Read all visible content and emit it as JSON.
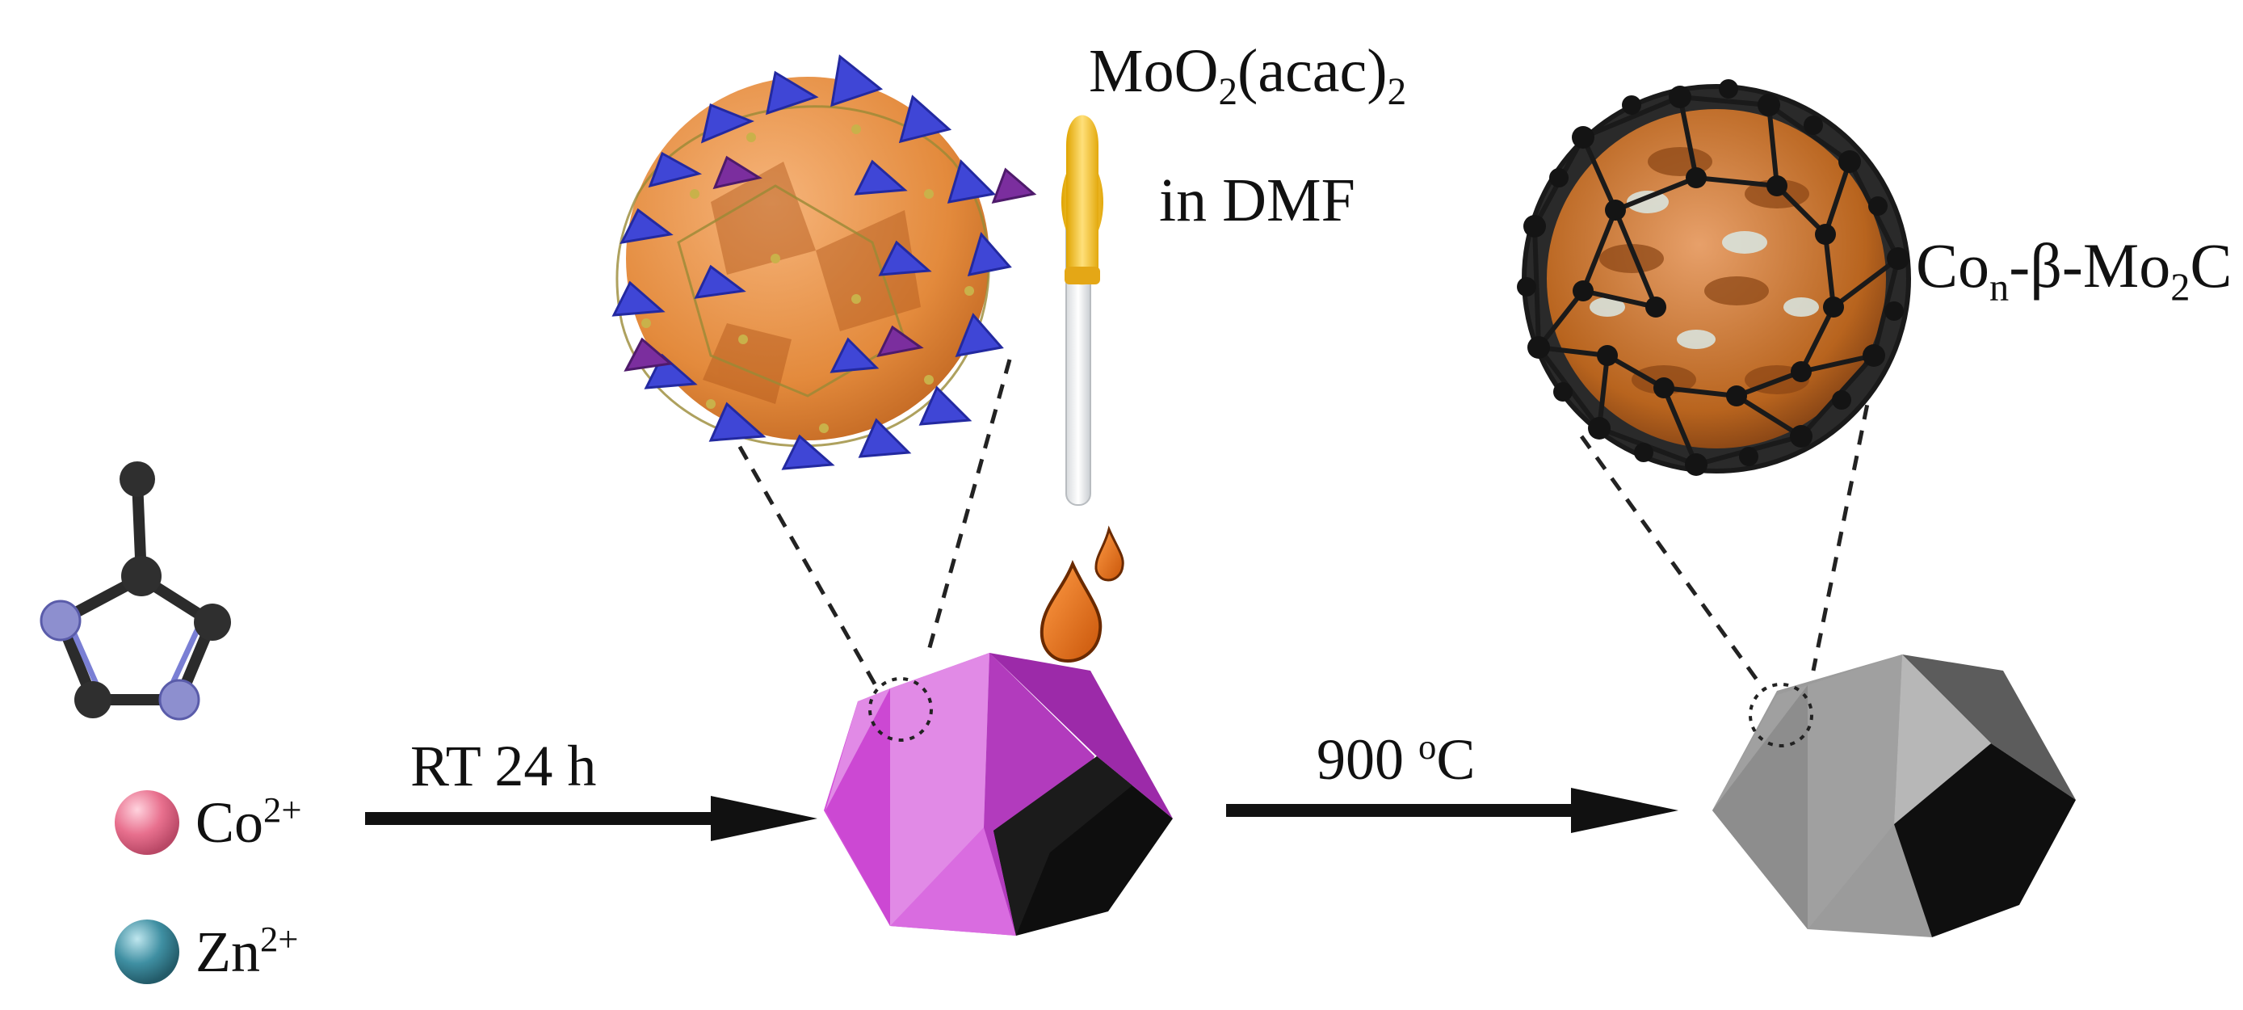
{
  "precursors": {
    "cobalt": {
      "base": "Co",
      "sup": "2+"
    },
    "zinc": {
      "base": "Zn",
      "sup": "2+"
    }
  },
  "step1": {
    "label": "RT 24 h"
  },
  "reagent": {
    "line1_base": "MoO",
    "line1_sub": "2",
    "line1_mid": "(acac)",
    "line1_sub2": "2",
    "line2": "in DMF"
  },
  "step2": {
    "prefix": "900 ",
    "sup": "o",
    "suffix": "C"
  },
  "product": {
    "p1": "Co",
    "sub1": "n",
    "p2": "-β-Mo",
    "sub2": "2",
    "p3": "C"
  },
  "colors": {
    "cobalt_ion": "#e8708e",
    "zinc_ion": "#3f8fa2",
    "zif_crystal": "#d24fd8",
    "carbide_crystal": "#9b9b9b",
    "carbon_cage_nodes": "#141414",
    "mo2c_core": "#b8641e",
    "mof_cage_sphere": "#e38a3c",
    "tetrahedra": "#3f46d6",
    "droplet": "#e8761a",
    "dropper": "#f3c431"
  }
}
